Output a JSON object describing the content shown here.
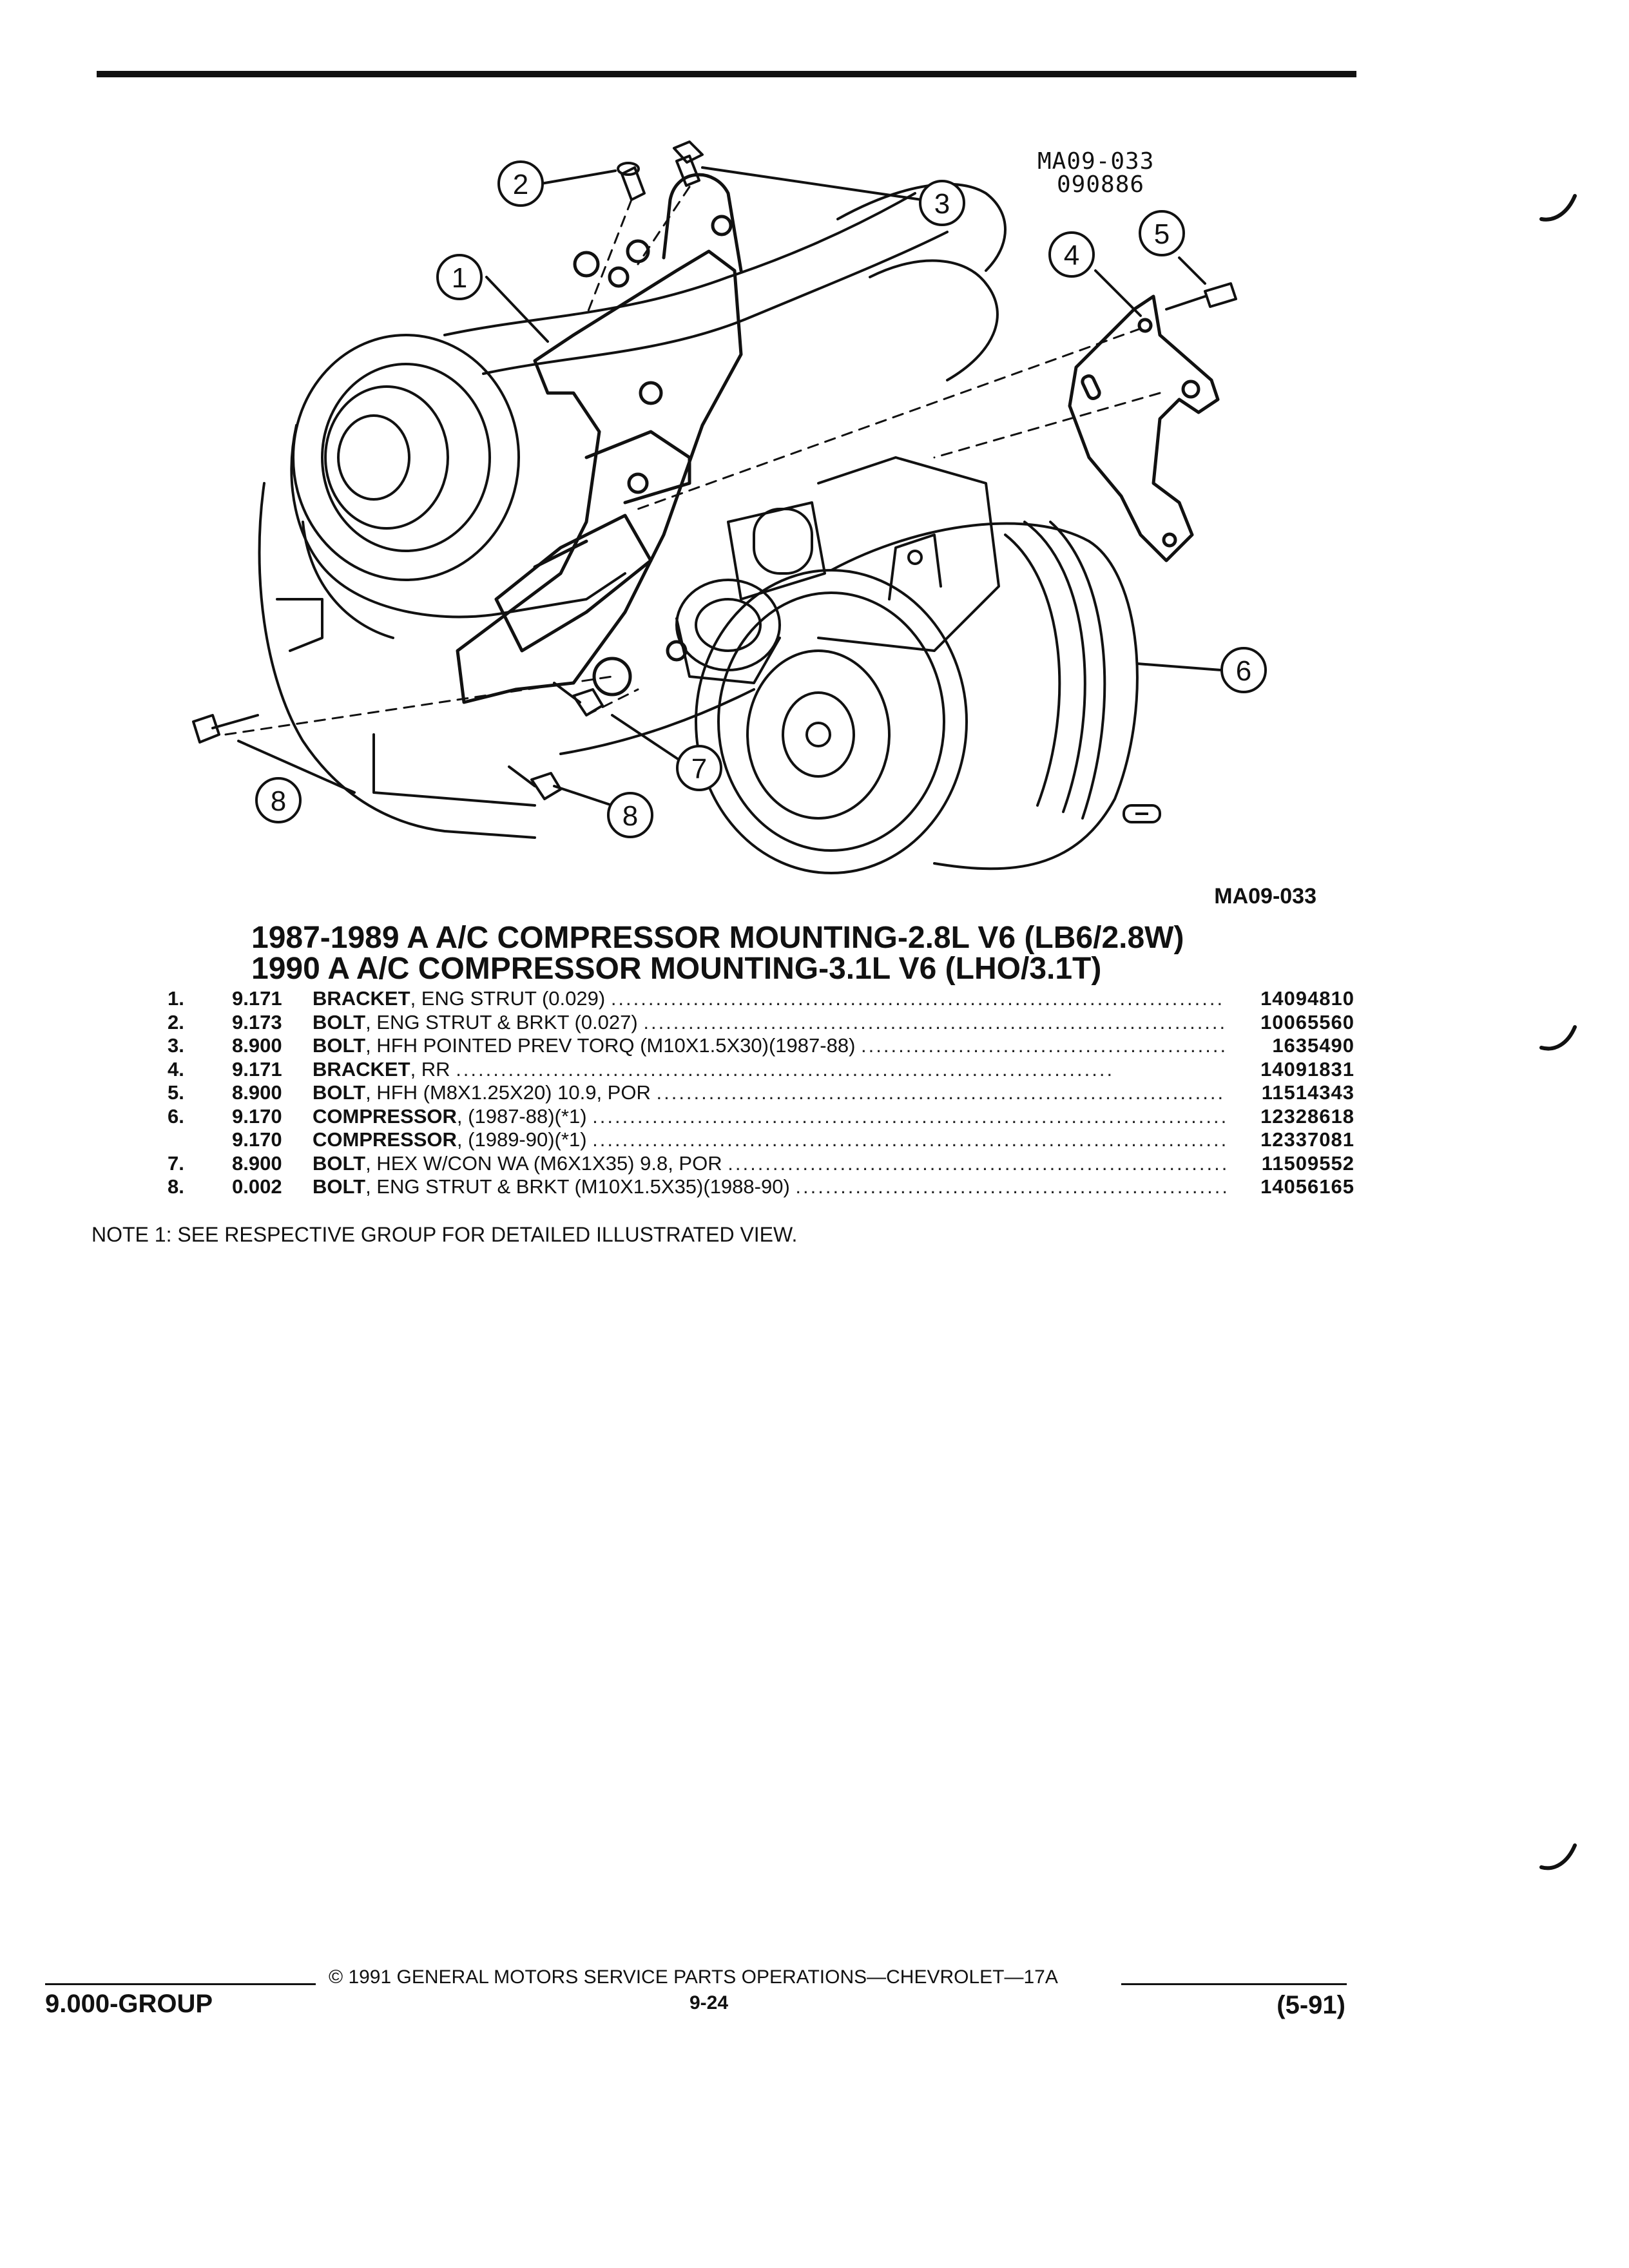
{
  "figure": {
    "code_top": "MA09-033",
    "date_code": "090886",
    "figure_id": "MA09-033",
    "callouts": [
      "1",
      "2",
      "3",
      "4",
      "5",
      "6",
      "7",
      "8",
      "8"
    ]
  },
  "titles": [
    "1987-1989 A A/C COMPRESSOR MOUNTING-2.8L V6 (LB6/2.8W)",
    "1990 A A/C COMPRESSOR MOUNTING-3.1L V6 (LHO/3.1T)"
  ],
  "parts": [
    {
      "num": "1.",
      "group": "9.171",
      "name": "BRACKET",
      "detail": ", ENG STRUT (0.029)",
      "part_no": "14094810"
    },
    {
      "num": "2.",
      "group": "9.173",
      "name": "BOLT",
      "detail": ", ENG STRUT & BRKT (0.027)",
      "part_no": "10065560"
    },
    {
      "num": "3.",
      "group": "8.900",
      "name": "BOLT",
      "detail": ", HFH POINTED PREV TORQ (M10X1.5X30)(1987-88)",
      "part_no": "1635490"
    },
    {
      "num": "4.",
      "group": "9.171",
      "name": "BRACKET",
      "detail": ", RR",
      "part_no": "14091831"
    },
    {
      "num": "5.",
      "group": "8.900",
      "name": "BOLT",
      "detail": ", HFH (M8X1.25X20) 10.9, POR",
      "part_no": "11514343"
    },
    {
      "num": "6.",
      "group": "9.170",
      "name": "COMPRESSOR",
      "detail": ", (1987-88)(*1)",
      "part_no": "12328618"
    },
    {
      "num": "",
      "group": "9.170",
      "name": "COMPRESSOR",
      "detail": ", (1989-90)(*1)",
      "part_no": "12337081"
    },
    {
      "num": "7.",
      "group": "8.900",
      "name": "BOLT",
      "detail": ", HEX W/CON WA (M6X1X35) 9.8, POR",
      "part_no": "11509552"
    },
    {
      "num": "8.",
      "group": "0.002",
      "name": "BOLT",
      "detail": ", ENG STRUT & BRKT (M10X1.5X35)(1988-90)",
      "part_no": "14056165"
    }
  ],
  "note": "NOTE  1:  SEE RESPECTIVE GROUP FOR DETAILED ILLUSTRATED VIEW.",
  "footer": {
    "copyright": "© 1991  GENERAL MOTORS SERVICE PARTS OPERATIONS—CHEVROLET—17A",
    "page": "9-24",
    "group": "9.000-GROUP",
    "date": "(5-91)"
  }
}
